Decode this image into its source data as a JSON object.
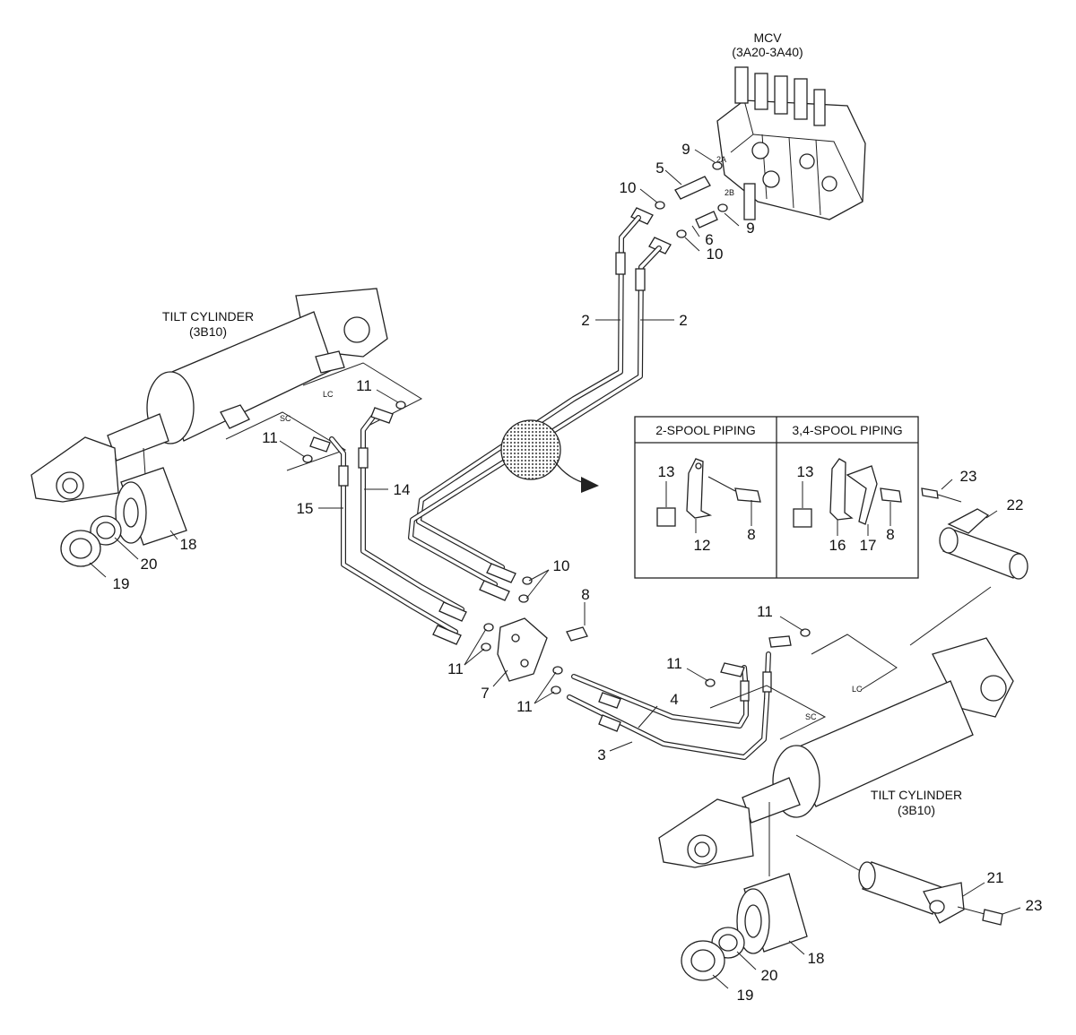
{
  "components": {
    "mcv": {
      "name": "MCV",
      "ref": "(3A20-3A40)"
    },
    "tilt_cylinder_left": {
      "name": "TILT CYLINDER",
      "ref": "(3B10)"
    },
    "tilt_cylinder_right": {
      "name": "TILT CYLINDER",
      "ref": "(3B10)"
    }
  },
  "port_labels": {
    "port_2a": "2A",
    "port_2b": "2B"
  },
  "connection_labels": {
    "lc_left": "LC",
    "sc_left": "SC",
    "lc_right": "LC",
    "sc_right": "SC"
  },
  "inset": {
    "col1_title": "2-SPOOL PIPING",
    "col2_title": "3,4-SPOOL PIPING",
    "col1_parts": [
      "13",
      "12",
      "8"
    ],
    "col2_parts": [
      "13",
      "16",
      "17",
      "8"
    ]
  },
  "part_numbers": {
    "p9a": "9",
    "p5": "5",
    "p10a": "10",
    "p9b": "9",
    "p6": "6",
    "p10b": "10",
    "p2a": "2",
    "p2b": "2",
    "p11a": "11",
    "p11b": "11",
    "p14": "14",
    "p15": "15",
    "p18a": "18",
    "p20a": "20",
    "p19a": "19",
    "p10c": "10",
    "p8": "8",
    "p11c": "11",
    "p7": "7",
    "p11d": "11",
    "p11e": "11",
    "p11f": "11",
    "p4": "4",
    "p3": "3",
    "p23a": "23",
    "p22": "22",
    "p21": "21",
    "p23b": "23",
    "p18b": "18",
    "p20b": "20",
    "p19b": "19"
  }
}
